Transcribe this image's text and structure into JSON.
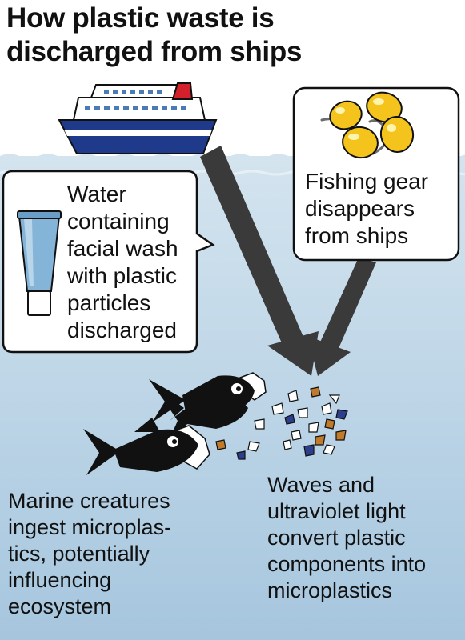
{
  "title": {
    "lines": [
      "How plastic waste is",
      "discharged from ships"
    ]
  },
  "callouts": {
    "facial_wash": [
      "Water",
      "containing",
      "facial wash",
      "with plastic",
      "particles",
      "discharged"
    ],
    "fishing_gear": [
      "Fishing gear",
      "disappears",
      "from ships"
    ]
  },
  "captions": {
    "marine": [
      "Marine creatures",
      "ingest microplas-",
      "tics, potentially",
      "influencing",
      "ecosystem"
    ],
    "waves": [
      "Waves and",
      "ultraviolet light",
      "convert plastic",
      "components into",
      "microplastics"
    ]
  },
  "colors": {
    "sky": "#ffffff",
    "water_top": "#cfe1ee",
    "water_bottom": "#a9c9e0",
    "arrow": "#3c3c3c",
    "ship_hull": "#1f3a8a",
    "ship_stripe": "#ffffff",
    "funnel": "#d3202a",
    "buoy": "#f4c41c",
    "fish": "#111111",
    "tube": "#7fb0d6"
  },
  "icons": [
    "ship-icon",
    "buoy-icon",
    "tube-icon",
    "fish-icon",
    "microplastic-fragment-icon"
  ]
}
